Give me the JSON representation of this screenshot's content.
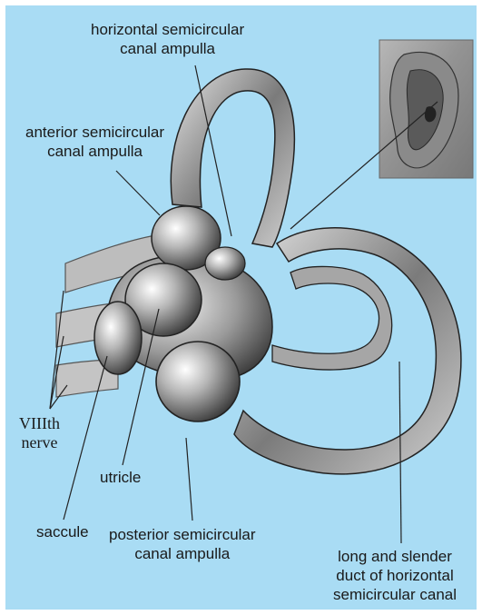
{
  "labels": {
    "horizontal_ampulla": "horizontal semicircular\ncanal ampulla",
    "anterior_ampulla": "anterior semicircular\ncanal ampulla",
    "eighth_nerve": "VIIIth\nnerve",
    "utricle": "utricle",
    "saccule": "saccule",
    "posterior_ampulla": "posterior semicircular\ncanal ampulla",
    "long_duct": "long and slender\nduct of horizontal\nsemicircular canal"
  },
  "colors": {
    "background": "#a9dcf4",
    "nerve": "#b8b8b8",
    "membrane_dark": "#3a3a3a",
    "membrane_light": "#d9d9d9"
  }
}
